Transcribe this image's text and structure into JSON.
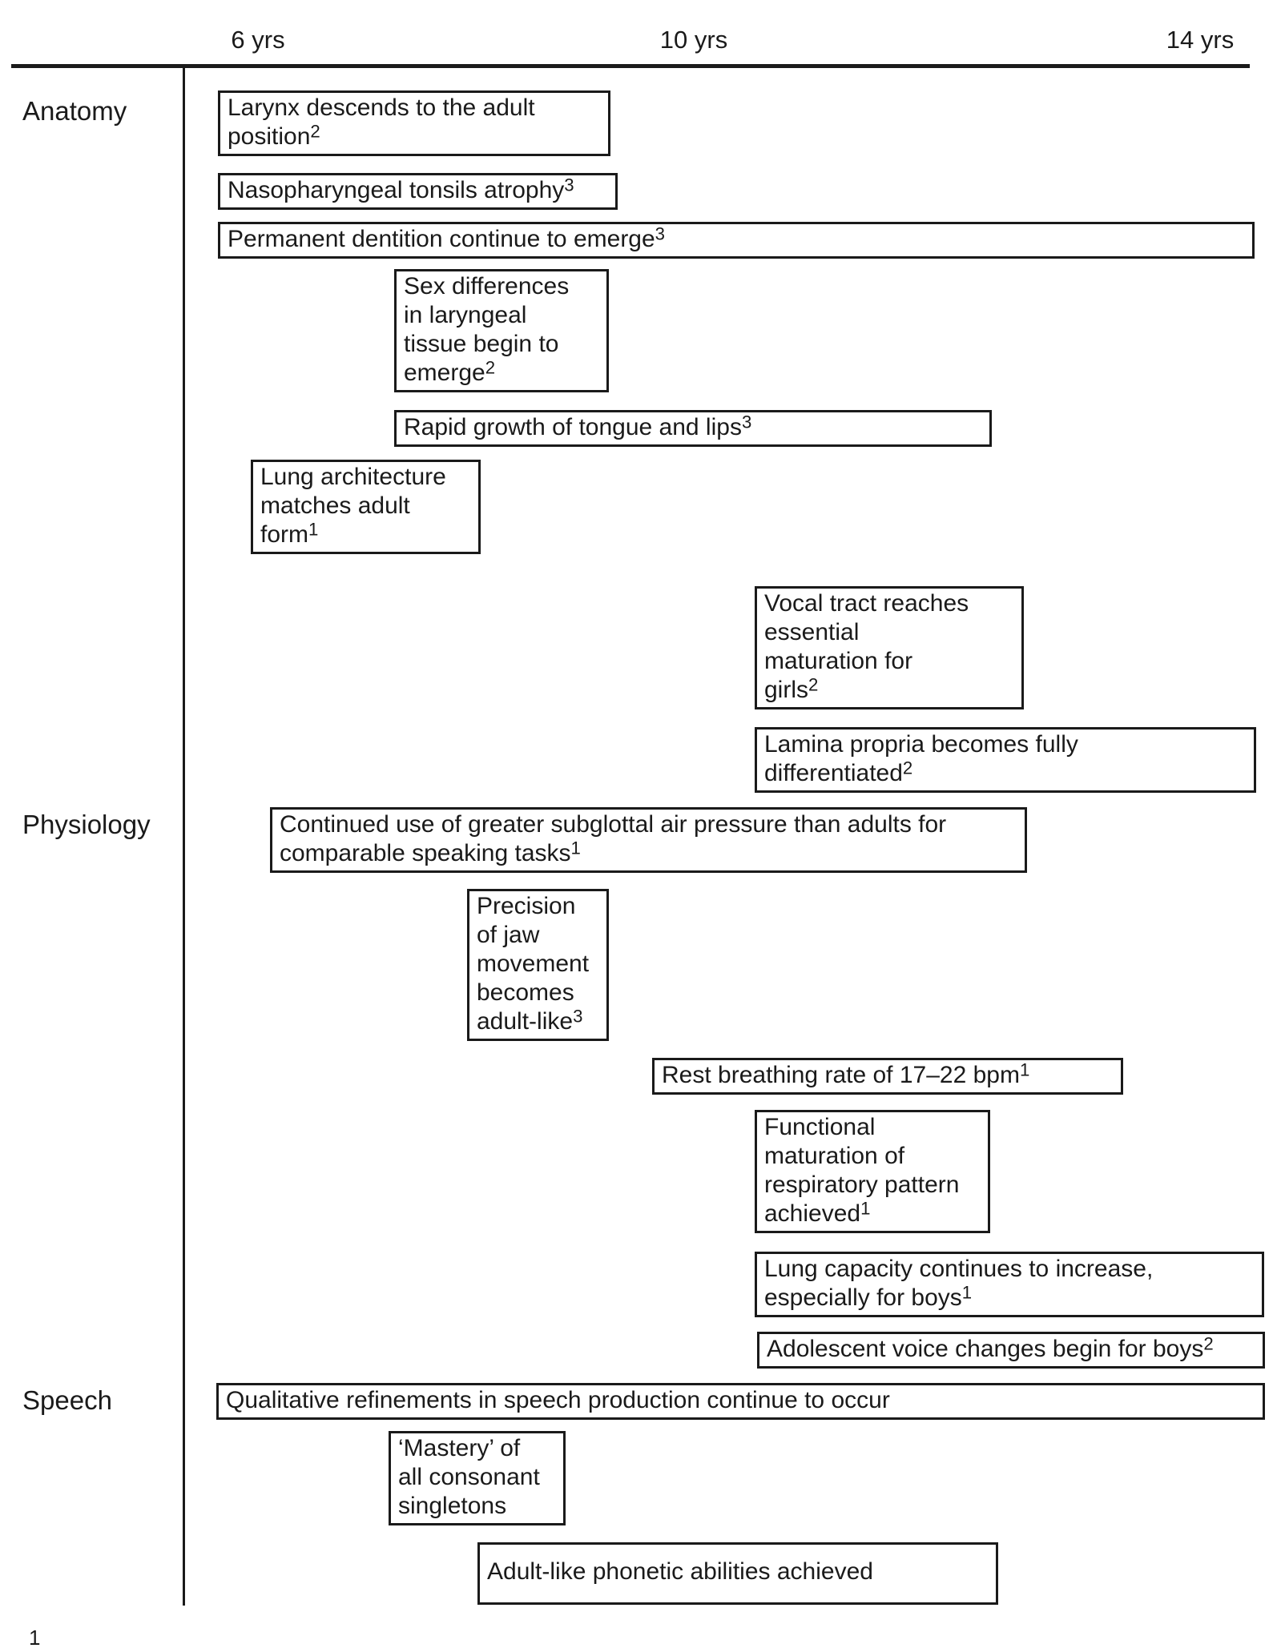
{
  "figure": {
    "description": "Developmental timeline from 6 to 14 years across anatomy, physiology and speech"
  },
  "axis": {
    "ticks": [
      {
        "label": "6 yrs"
      },
      {
        "label": "10 yrs"
      },
      {
        "label": "14 yrs"
      }
    ]
  },
  "sections": [
    {
      "label": "Anatomy",
      "items": [
        {
          "text": "Larynx descends to the adult\nposition",
          "sup": "2"
        },
        {
          "text": "Nasopharyngeal tonsils atrophy",
          "sup": "3"
        },
        {
          "text": "Permanent dentition continue to emerge",
          "sup": "3"
        },
        {
          "text": "Sex differences\nin laryngeal\ntissue begin to\nemerge",
          "sup": "2"
        },
        {
          "text": "Rapid growth of tongue and lips",
          "sup": "3"
        },
        {
          "text": "Lung architecture\nmatches adult\nform",
          "sup": "1"
        },
        {
          "text": "Vocal tract reaches\nessential\nmaturation for\ngirls",
          "sup": "2"
        },
        {
          "text": "Lamina propria becomes fully\ndifferentiated",
          "sup": "2"
        }
      ]
    },
    {
      "label": "Physiology",
      "items": [
        {
          "text": "Continued use of greater subglottal air pressure than adults for\ncomparable speaking tasks",
          "sup": "1"
        },
        {
          "text": "Precision\nof jaw\nmovement\nbecomes\nadult-like",
          "sup": "3"
        },
        {
          "text": "Rest breathing rate of 17–22 bpm",
          "sup": "1"
        },
        {
          "text": "Functional\nmaturation of\nrespiratory pattern\nachieved",
          "sup": "1"
        },
        {
          "text": "Lung capacity continues to increase,\nespecially for boys",
          "sup": "1"
        },
        {
          "text": "Adolescent voice changes begin for boys",
          "sup": "2"
        }
      ]
    },
    {
      "label": "Speech",
      "items": [
        {
          "text": "Qualitative refinements in speech production continue to occur",
          "sup": ""
        },
        {
          "text": "‘Mastery’ of\nall consonant\nsingletons",
          "sup": ""
        },
        {
          "text": "Adult-like phonetic abilities achieved",
          "sup": ""
        }
      ]
    }
  ],
  "footnote_marker": "1",
  "colors": {
    "ink": "#1a1a1a",
    "background": "#ffffff"
  }
}
